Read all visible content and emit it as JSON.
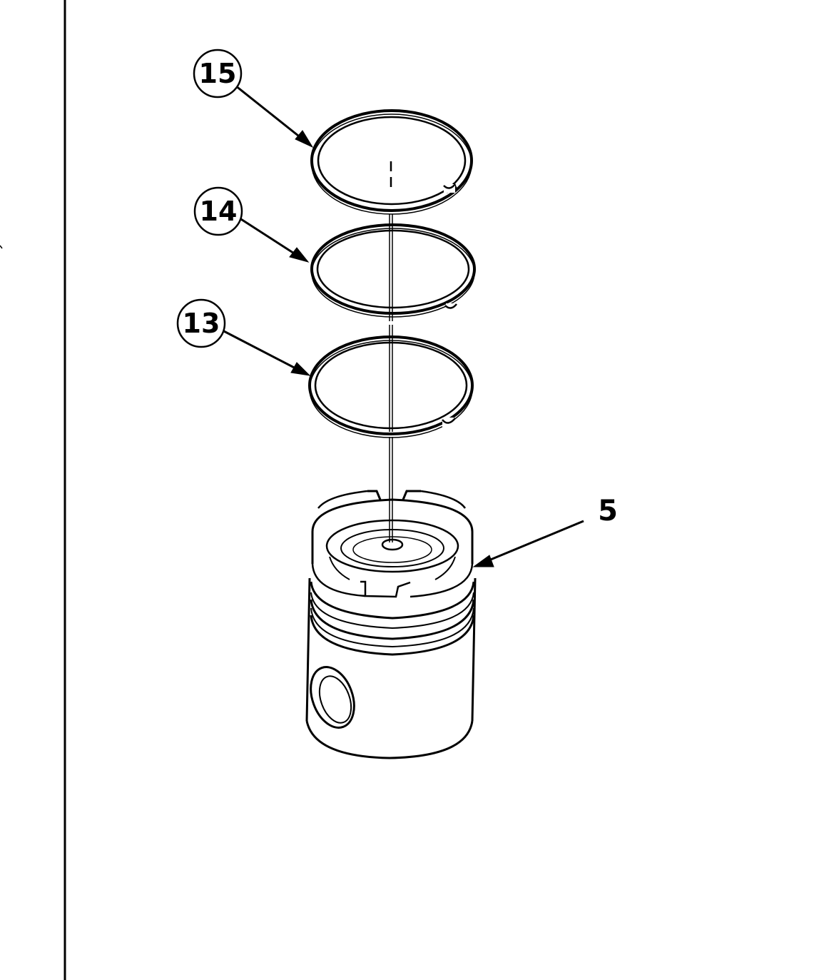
{
  "diagram": {
    "callouts": [
      {
        "id": "15",
        "label": "15",
        "target": "top-piston-ring",
        "circled": true
      },
      {
        "id": "14",
        "label": "14",
        "target": "middle-piston-ring",
        "circled": true
      },
      {
        "id": "13",
        "label": "13",
        "target": "bottom-piston-ring",
        "circled": true
      },
      {
        "id": "5",
        "label": "5",
        "target": "piston",
        "circled": false
      }
    ],
    "colors": {
      "line": "#000000",
      "background": "#ffffff"
    }
  }
}
